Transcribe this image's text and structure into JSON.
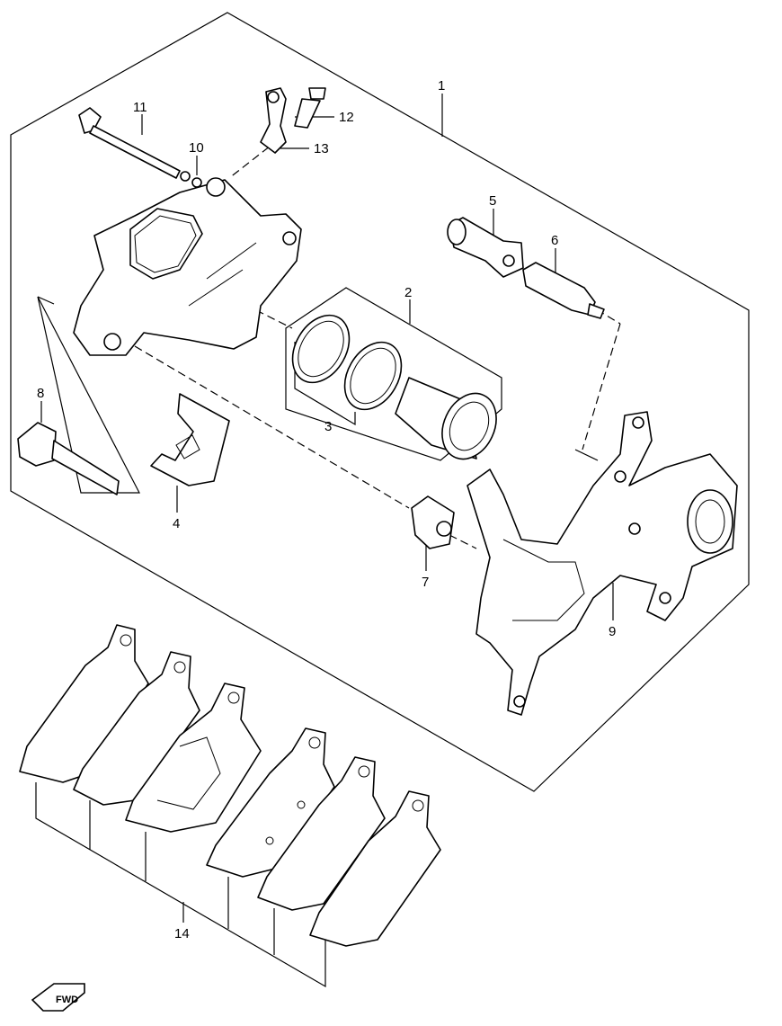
{
  "diagram": {
    "callouts": {
      "c1": "1",
      "c2": "2",
      "c3": "3",
      "c4": "4",
      "c5": "5",
      "c6": "6",
      "c7": "7",
      "c8": "8",
      "c9": "9",
      "c10": "10",
      "c11": "11",
      "c12": "12",
      "c13": "13",
      "c14": "14"
    },
    "fwd_label": "FWD"
  }
}
